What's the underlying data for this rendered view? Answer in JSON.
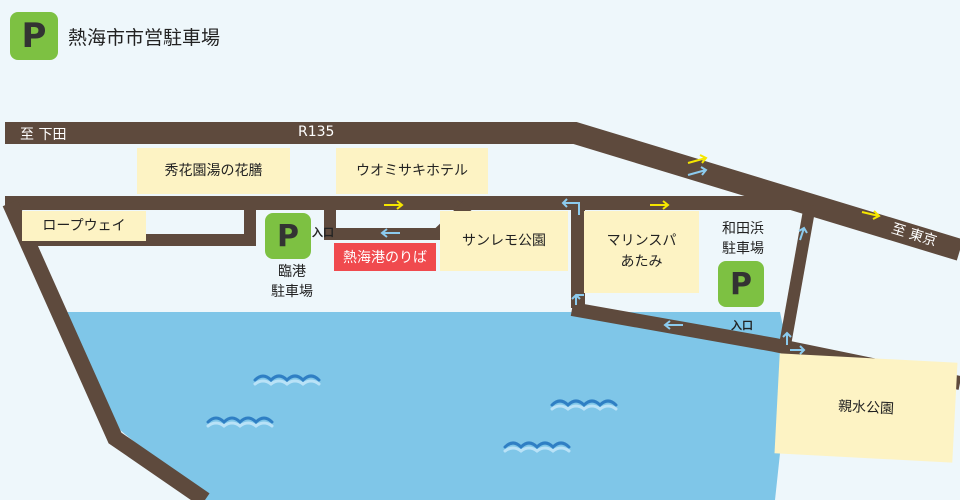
{
  "title": "熱海市市営駐車場",
  "parking_symbol": "P",
  "roads": {
    "to_shimoda": "至 下田",
    "route": "R135",
    "to_tokyo": "至 東京"
  },
  "places": {
    "hanazen": "秀花園湯の花膳",
    "uomisaki": "ウオミサキホテル",
    "ropeway": "ロープウェイ",
    "sanremo": "サンレモ公園",
    "marine_spa_1": "マリンスパ",
    "marine_spa_2": "あたみ",
    "shinsui": "親水公園"
  },
  "ferry": "熱海港のりば",
  "rinko": {
    "entrance": "入口",
    "line1": "臨港",
    "line2": "駐車場"
  },
  "wadahama": {
    "line1": "和田浜",
    "line2": "駐車場",
    "entrance": "入口"
  },
  "colors": {
    "road": "#5e4a3d",
    "sea": "#7fc6e8",
    "land": "#eef7fb",
    "label_bg": "#fdf3c4",
    "ferry_bg": "#f04a4e",
    "parking_green": "#7dc142",
    "arrow_yellow": "#f5e600",
    "arrow_blue": "#8ccbee"
  }
}
